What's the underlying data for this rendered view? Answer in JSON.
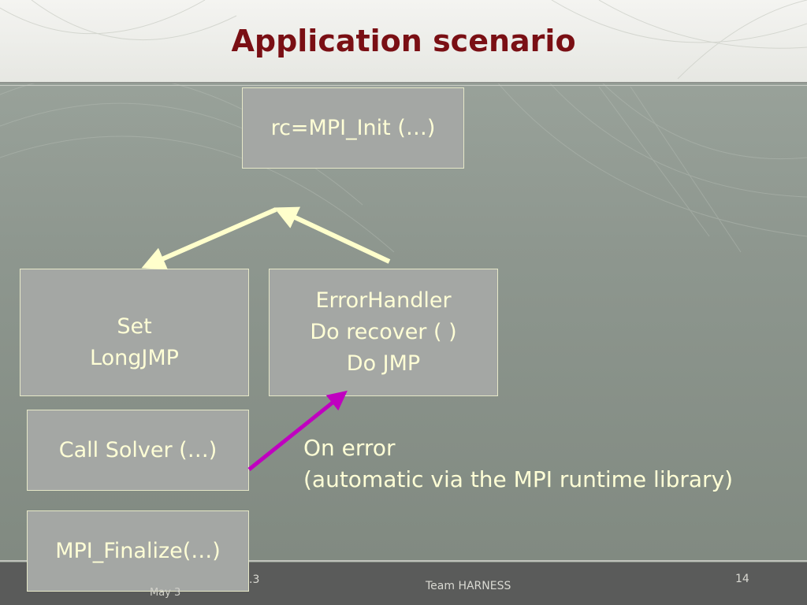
{
  "slide": {
    "title": "Application scenario",
    "boxes": {
      "init": "rc=MPI_Init (…)",
      "setjmp": "Set\nLongJMP",
      "error_handler": "ErrorHandler\n Do recover ( )\nDo JMP",
      "call_solver": "Call Solver (…)",
      "finalize": "MPI_Finalize(…)"
    },
    "note": {
      "line1": "On error",
      "line2": "(automatic via the MPI runtime library)"
    },
    "footer": {
      "center": "Team HARNESS",
      "page_number": "14",
      "date_partial": "May 3",
      "fragment": ".3"
    }
  },
  "colors": {
    "title": "#7a0f14",
    "box_text": "#ffffd6",
    "box_fill": "#a4a7a4",
    "arrow_light": "#ffffcc",
    "arrow_error": "#c000c0"
  }
}
